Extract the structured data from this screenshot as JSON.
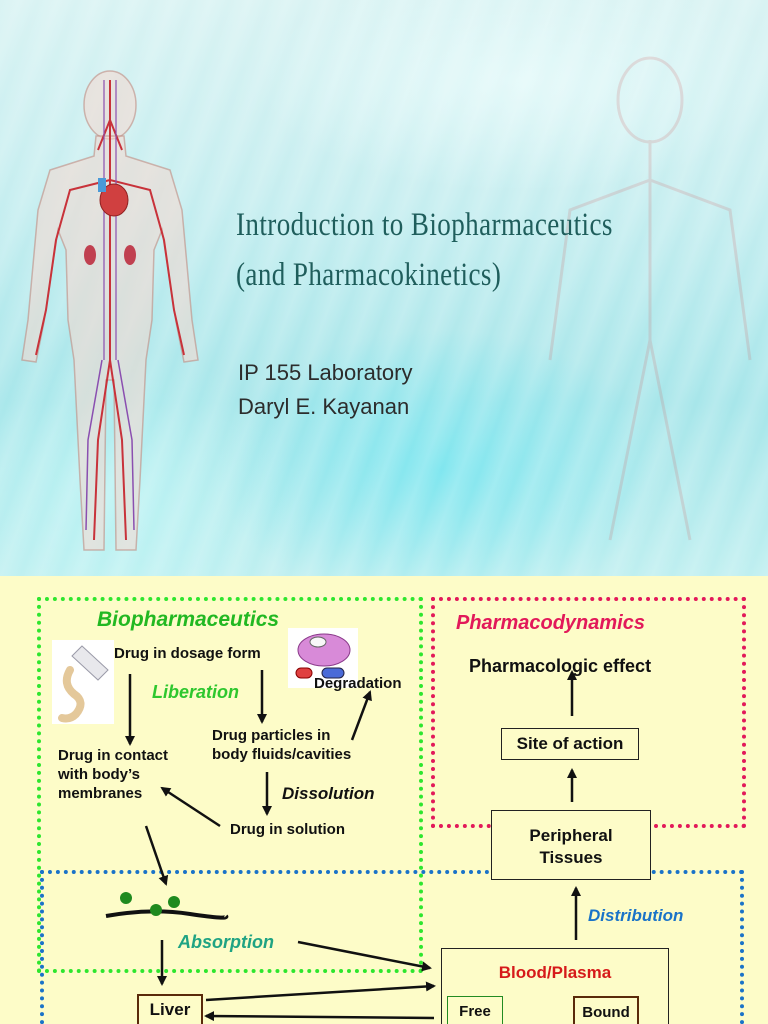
{
  "slide1": {
    "title_line1": "Introduction to Biopharmaceutics",
    "title_line2": "(and Pharmacokinetics)",
    "subtitle_line1": "IP 155 Laboratory",
    "subtitle_line2": "Daryl E. Kayanan"
  },
  "slide2": {
    "biopharmaceutics": "Biopharmaceutics",
    "pharmacodynamics": "Pharmacodynamics",
    "drug_in_dosage_form": "Drug in dosage form",
    "liberation": "Liberation",
    "degradation": "Degradation",
    "drug_particles_line1": "Drug particles in",
    "drug_particles_line2": "body fluids/cavities",
    "drug_contact_line1": "Drug in contact",
    "drug_contact_line2": "with body’s",
    "drug_contact_line3": "membranes",
    "dissolution": "Dissolution",
    "drug_in_solution": "Drug in solution",
    "pharmacologic_effect": "Pharmacologic effect",
    "site_of_action": "Site of action",
    "peripheral_line1": "Peripheral",
    "peripheral_line2": "Tissues",
    "distribution": "Distribution",
    "absorption": "Absorption",
    "blood_plasma": "Blood/Plasma",
    "free": "Free",
    "bound": "Bound",
    "liver": "Liver"
  },
  "colors": {
    "bio_border": "#2ee62e",
    "pd_border": "#e2195a",
    "pk_border": "#1a73c8",
    "title_teal": "#1f5e5c"
  },
  "icons": [
    "human-circulatory-figure",
    "pill-capsule-image",
    "cream-tube-image"
  ]
}
